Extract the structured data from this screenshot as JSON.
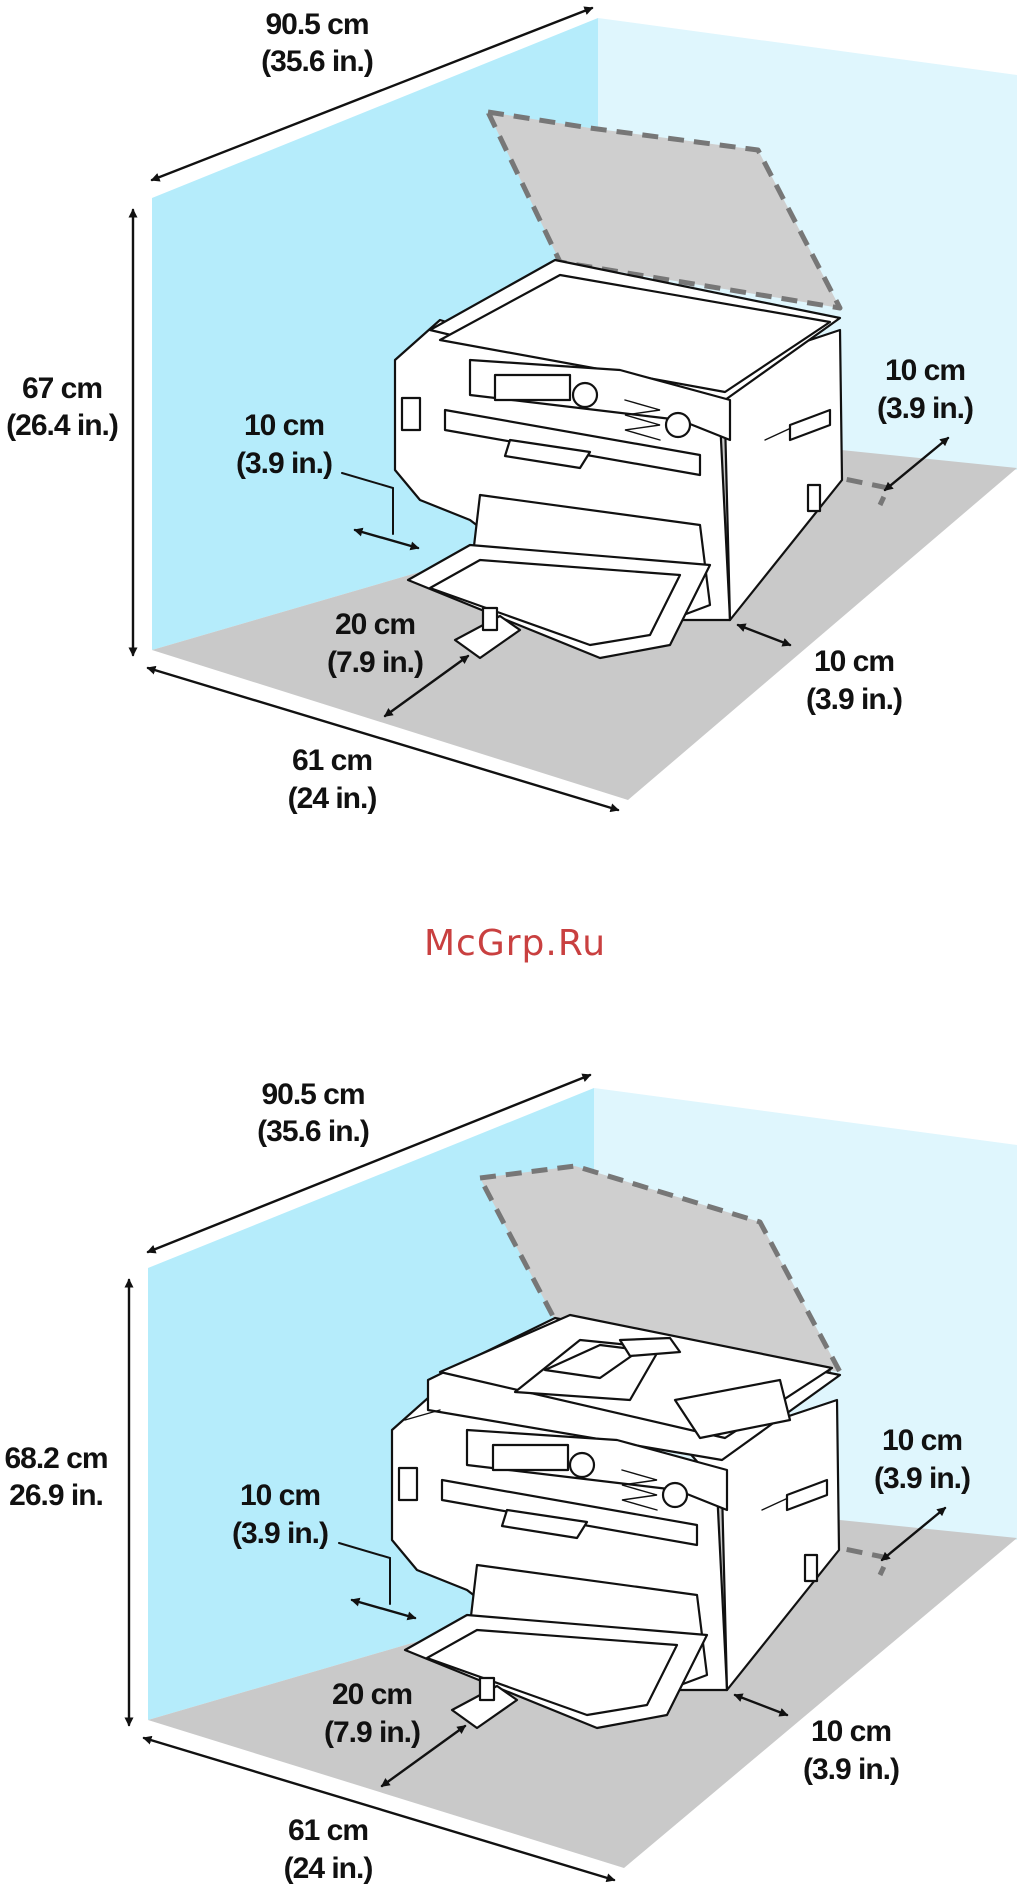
{
  "watermark": "McGrp.Ru",
  "colors": {
    "wall_left": "#b5ecfb",
    "wall_right": "#dff6fd",
    "floor": "#c9c9c9",
    "clearance": "#cfcfcf",
    "watermark": "#c94040"
  },
  "figures": [
    {
      "width_cm": "90.5 cm",
      "width_in": "(35.6 in.)",
      "height_cm": "67 cm",
      "height_in": "(26.4 in.)",
      "left_gap_cm": "10 cm",
      "left_gap_in": "(3.9 in.)",
      "back_gap_cm": "10 cm",
      "back_gap_in": "(3.9 in.)",
      "front_gap_cm": "20 cm",
      "front_gap_in": "(7.9 in.)",
      "right_gap_cm": "10 cm",
      "right_gap_in": "(3.9 in.)",
      "depth_cm": "61 cm",
      "depth_in": "(24 in.)"
    },
    {
      "width_cm": "90.5 cm",
      "width_in": "(35.6 in.)",
      "height_cm": "68.2 cm",
      "height_in": "26.9 in.",
      "left_gap_cm": "10 cm",
      "left_gap_in": "(3.9 in.)",
      "back_gap_cm": "10 cm",
      "back_gap_in": "(3.9 in.)",
      "front_gap_cm": "20 cm",
      "front_gap_in": "(7.9 in.)",
      "right_gap_cm": "10 cm",
      "right_gap_in": "(3.9 in.)",
      "depth_cm": "61 cm",
      "depth_in": "(24 in.)"
    }
  ]
}
